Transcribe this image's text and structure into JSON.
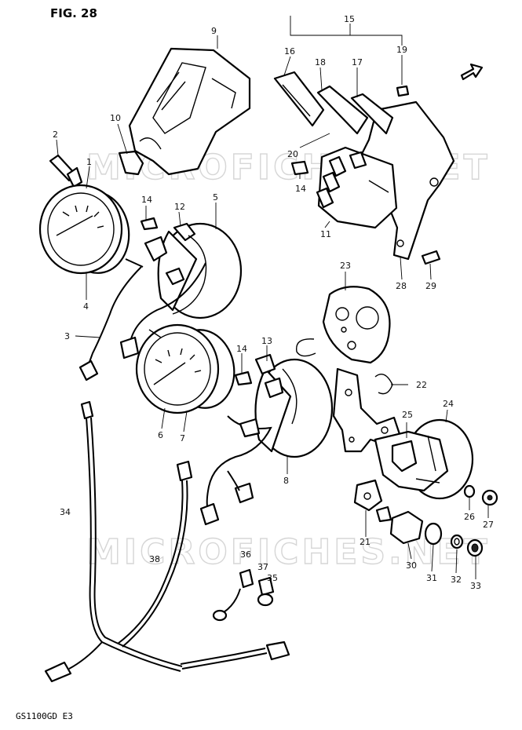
{
  "figure_title": "FIG. 28",
  "model_code": "GS1100GD E3",
  "watermarks": [
    "MICROFICHES.NET",
    "MICROFICHES.NET"
  ],
  "callouts": [
    {
      "id": "c1",
      "text": "1"
    },
    {
      "id": "c2",
      "text": "2"
    },
    {
      "id": "c3",
      "text": "3"
    },
    {
      "id": "c4",
      "text": "4"
    },
    {
      "id": "c5",
      "text": "5"
    },
    {
      "id": "c6",
      "text": "6"
    },
    {
      "id": "c7",
      "text": "7"
    },
    {
      "id": "c8",
      "text": "8"
    },
    {
      "id": "c9",
      "text": "9"
    },
    {
      "id": "c10",
      "text": "10"
    },
    {
      "id": "c11",
      "text": "11"
    },
    {
      "id": "c12",
      "text": "12"
    },
    {
      "id": "c13",
      "text": "13"
    },
    {
      "id": "c14a",
      "text": "14"
    },
    {
      "id": "c14b",
      "text": "14"
    },
    {
      "id": "c14c",
      "text": "14"
    },
    {
      "id": "c15",
      "text": "15"
    },
    {
      "id": "c16",
      "text": "16"
    },
    {
      "id": "c17",
      "text": "17"
    },
    {
      "id": "c18",
      "text": "18"
    },
    {
      "id": "c19",
      "text": "19"
    },
    {
      "id": "c20",
      "text": "20"
    },
    {
      "id": "c21",
      "text": "21"
    },
    {
      "id": "c22",
      "text": "22"
    },
    {
      "id": "c23",
      "text": "23"
    },
    {
      "id": "c24",
      "text": "24"
    },
    {
      "id": "c25",
      "text": "25"
    },
    {
      "id": "c26",
      "text": "26"
    },
    {
      "id": "c27",
      "text": "27"
    },
    {
      "id": "c28",
      "text": "28"
    },
    {
      "id": "c29",
      "text": "29"
    },
    {
      "id": "c30",
      "text": "30"
    },
    {
      "id": "c31",
      "text": "31"
    },
    {
      "id": "c32",
      "text": "32"
    },
    {
      "id": "c33",
      "text": "33"
    },
    {
      "id": "c34",
      "text": "34"
    },
    {
      "id": "c35",
      "text": "35"
    },
    {
      "id": "c36",
      "text": "36"
    },
    {
      "id": "c37",
      "text": "37"
    },
    {
      "id": "c38",
      "text": "38"
    }
  ]
}
